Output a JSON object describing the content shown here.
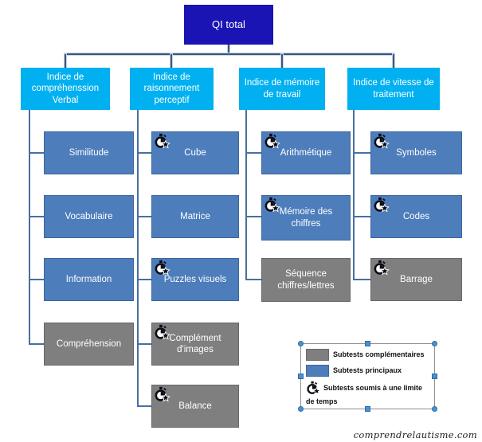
{
  "root": {
    "label": "QI total"
  },
  "columns": [
    {
      "index": {
        "label": "Indice de compréhenssion Verbal"
      },
      "children": [
        {
          "label": "Similitude",
          "type": "principal",
          "timed": false
        },
        {
          "label": "Vocabulaire",
          "type": "principal",
          "timed": false
        },
        {
          "label": "Information",
          "type": "principal",
          "timed": false
        },
        {
          "label": "Compréhension",
          "type": "complementaire",
          "timed": false
        }
      ]
    },
    {
      "index": {
        "label": "Indice de raisonnement perceptif"
      },
      "children": [
        {
          "label": "Cube",
          "type": "principal",
          "timed": true
        },
        {
          "label": "Matrice",
          "type": "principal",
          "timed": false
        },
        {
          "label": "Puzzles visuels",
          "type": "principal",
          "timed": true
        },
        {
          "label": "Complément d'images",
          "type": "complementaire",
          "timed": true
        },
        {
          "label": "Balance",
          "type": "complementaire",
          "timed": true
        }
      ]
    },
    {
      "index": {
        "label": "Indice de mémoire de travail"
      },
      "children": [
        {
          "label": "Arithmétique",
          "type": "principal",
          "timed": true
        },
        {
          "label": "Mémoire des chiffres",
          "type": "principal",
          "timed": true
        },
        {
          "label": "Séquence chiffres/lettres",
          "type": "complementaire",
          "timed": false
        }
      ]
    },
    {
      "index": {
        "label": "Indice de vitesse de traitement"
      },
      "children": [
        {
          "label": "Symboles",
          "type": "principal",
          "timed": true
        },
        {
          "label": "Codes",
          "type": "principal",
          "timed": true
        },
        {
          "label": "Barrage",
          "type": "complementaire",
          "timed": true
        }
      ]
    }
  ],
  "legend": {
    "items": [
      {
        "swatch": "gray-swatch",
        "label": "Subtests complémentaires"
      },
      {
        "swatch": "blue-swatch",
        "label": "Subtests principaux"
      },
      {
        "swatch": "stopwatch-icon",
        "label": "Subtests soumis à une limite de temps"
      }
    ]
  },
  "watermark": "comprendrelautisme.com",
  "colors": {
    "root_box": "#1a14b4",
    "index_box": "#00b0f0",
    "principal_box": "#4d7dbb",
    "complementary_box": "#7f7f7f",
    "connector_top": "#3f5677",
    "connector_child": "#47709f",
    "selection_handle": "#4a90d2"
  }
}
